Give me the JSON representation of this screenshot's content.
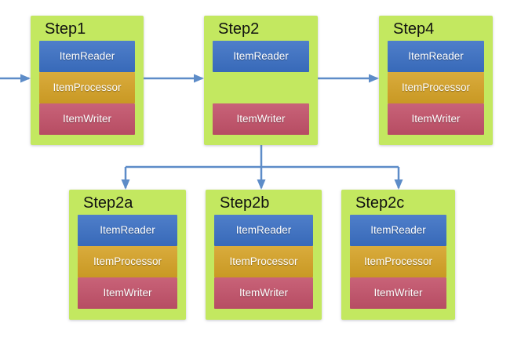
{
  "colors": {
    "box": "#c3e860",
    "reader": "#3b70c4",
    "processor": "#d5a226",
    "writer": "#c25169",
    "arrow": "#5d8cc8",
    "title_text": "#111111",
    "bar_text": "#ffffff"
  },
  "steps": [
    {
      "title": "Step1",
      "bars": [
        {
          "kind": "reader",
          "label": "ItemReader"
        },
        {
          "kind": "processor",
          "label": "ItemProcessor"
        },
        {
          "kind": "writer",
          "label": "ItemWriter"
        }
      ]
    },
    {
      "title": "Step2",
      "bars": [
        {
          "kind": "reader",
          "label": "ItemReader"
        },
        {
          "kind": "gap",
          "label": ""
        },
        {
          "kind": "writer",
          "label": "ItemWriter"
        }
      ]
    },
    {
      "title": "Step4",
      "bars": [
        {
          "kind": "reader",
          "label": "ItemReader"
        },
        {
          "kind": "processor",
          "label": "ItemProcessor"
        },
        {
          "kind": "writer",
          "label": "ItemWriter"
        }
      ]
    },
    {
      "title": "Step2a",
      "bars": [
        {
          "kind": "reader",
          "label": "ItemReader"
        },
        {
          "kind": "processor",
          "label": "ItemProcessor"
        },
        {
          "kind": "writer",
          "label": "ItemWriter"
        }
      ]
    },
    {
      "title": "Step2b",
      "bars": [
        {
          "kind": "reader",
          "label": "ItemReader"
        },
        {
          "kind": "processor",
          "label": "ItemProcessor"
        },
        {
          "kind": "writer",
          "label": "ItemWriter"
        }
      ]
    },
    {
      "title": "Step2c",
      "bars": [
        {
          "kind": "reader",
          "label": "ItemReader"
        },
        {
          "kind": "processor",
          "label": "ItemProcessor"
        },
        {
          "kind": "writer",
          "label": "ItemWriter"
        }
      ]
    }
  ],
  "connections": [
    {
      "from": "(start)",
      "to": "Step1"
    },
    {
      "from": "Step1",
      "to": "Step2"
    },
    {
      "from": "Step2",
      "to": "Step4"
    },
    {
      "from": "Step2",
      "to": "Step2a"
    },
    {
      "from": "Step2",
      "to": "Step2b"
    },
    {
      "from": "Step2",
      "to": "Step2c"
    }
  ]
}
